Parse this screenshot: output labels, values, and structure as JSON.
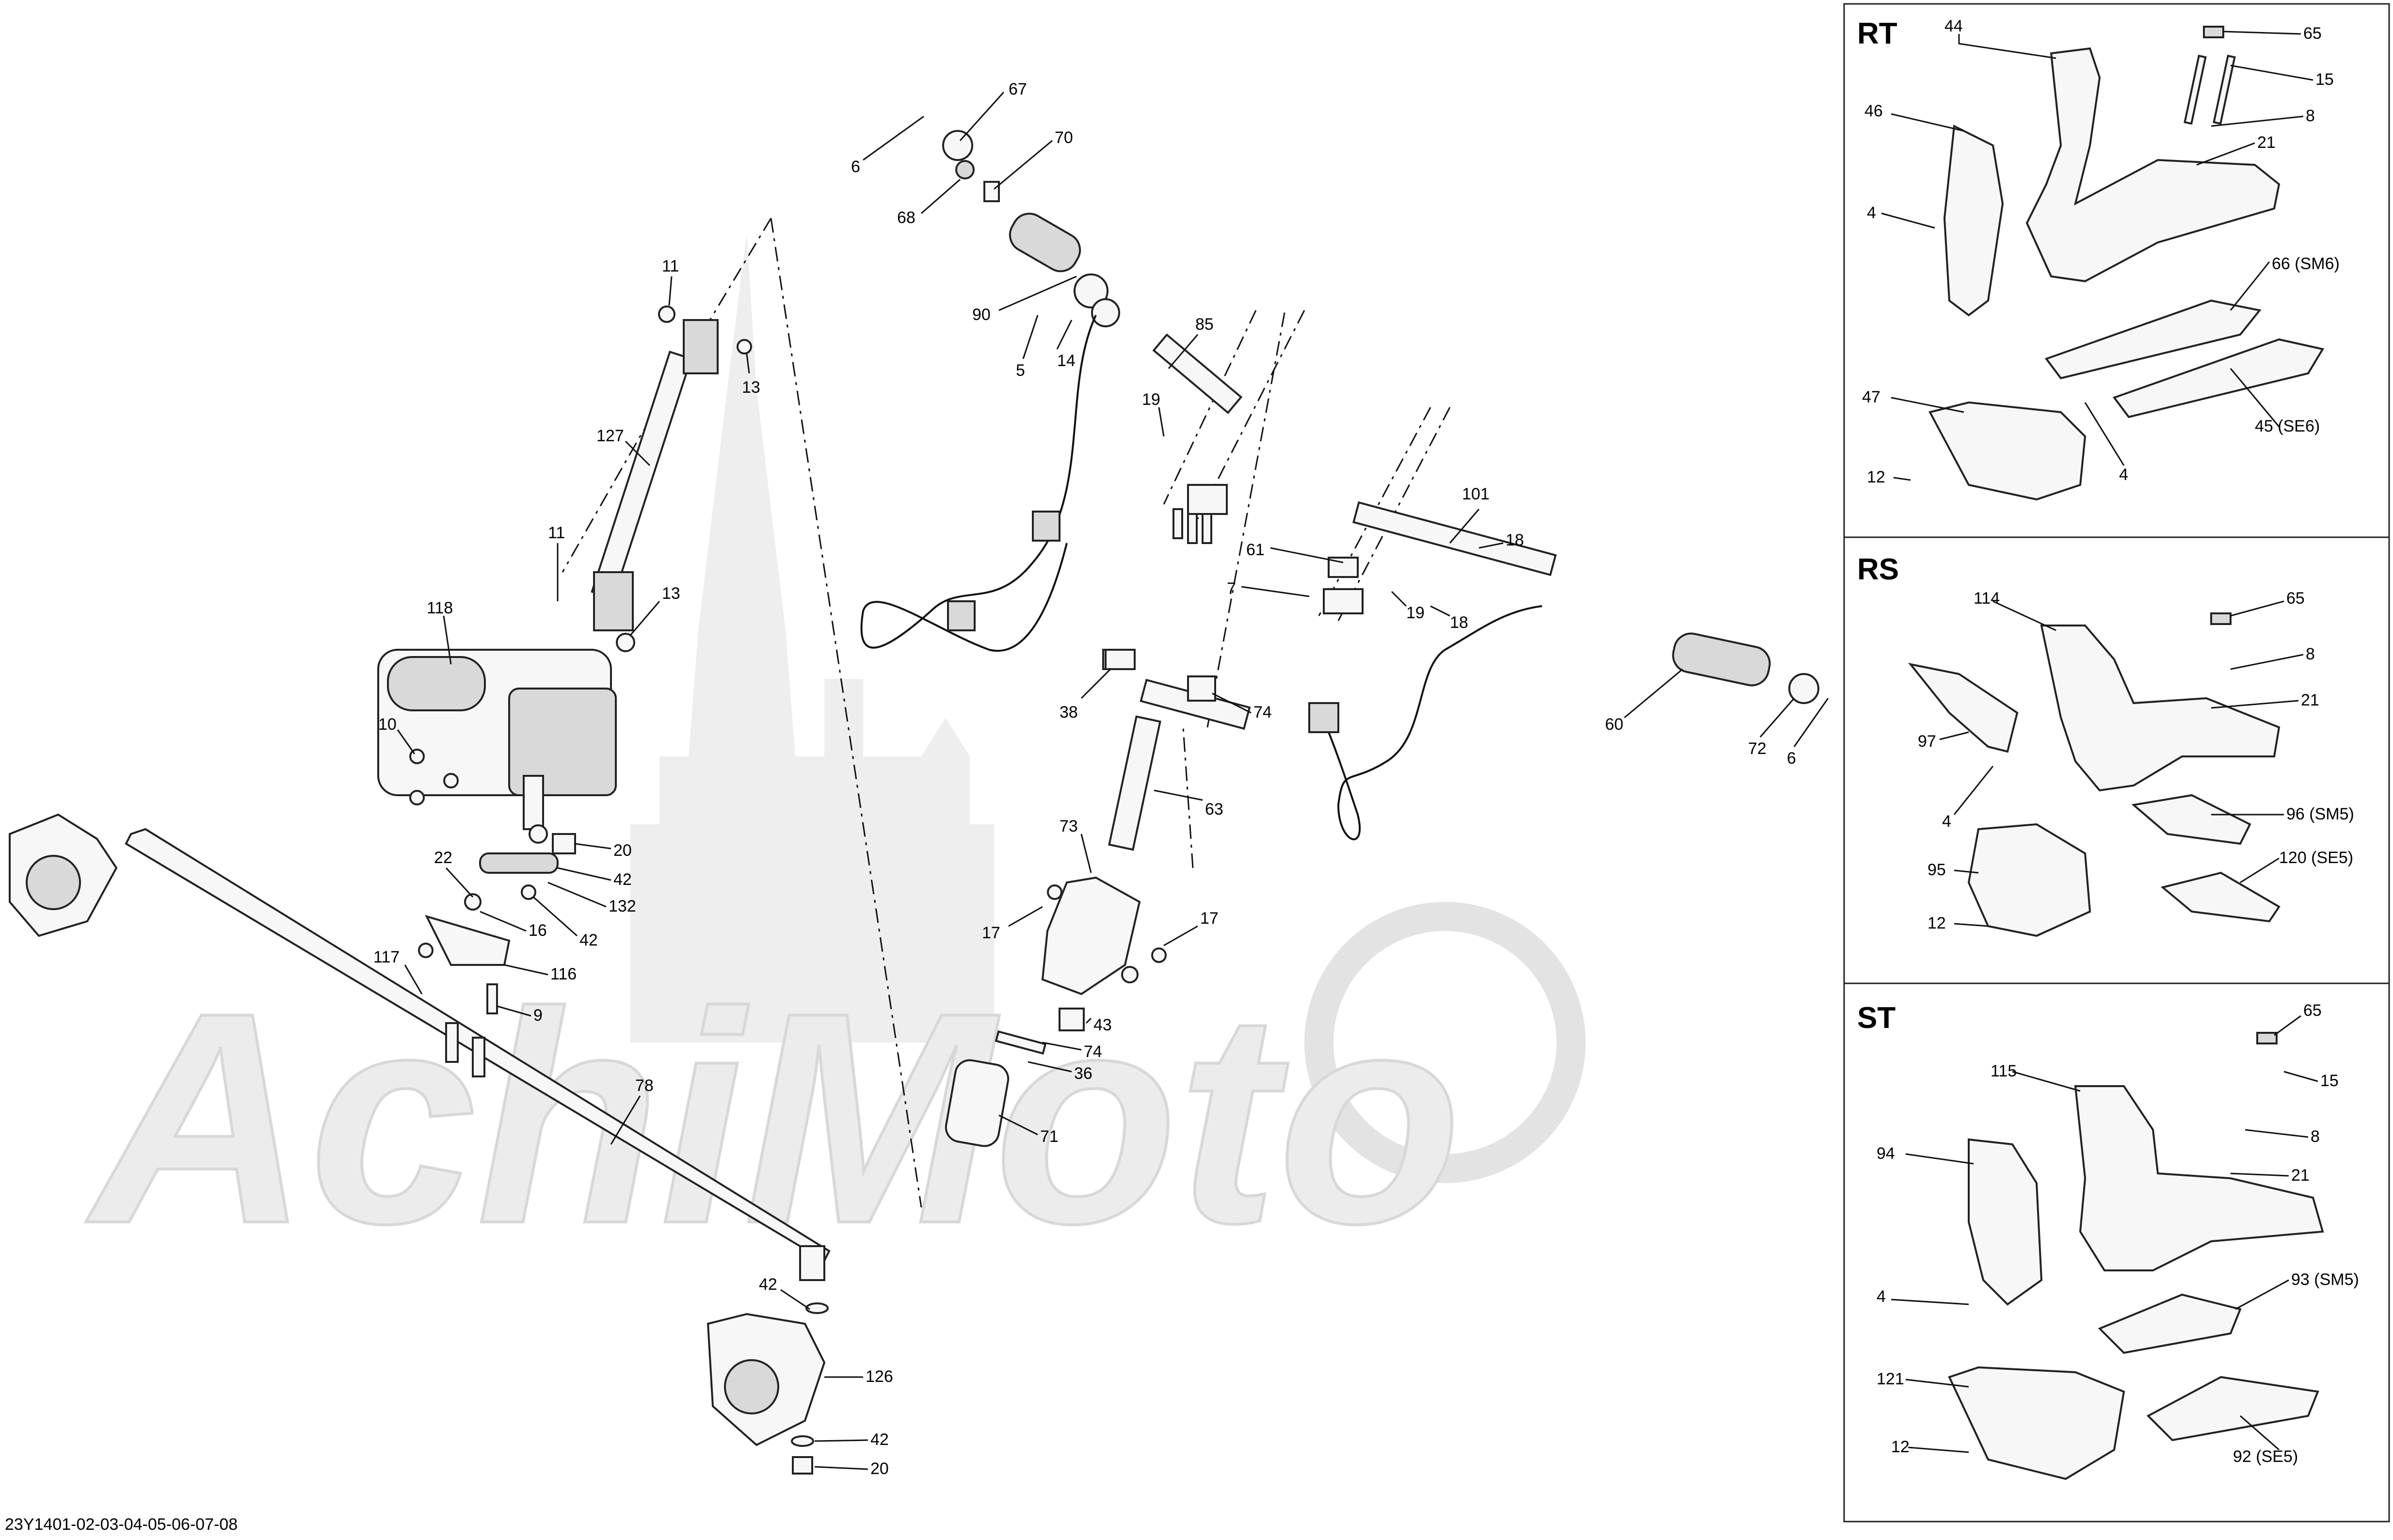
{
  "watermark": {
    "text": "AchiMoto"
  },
  "footer": {
    "code": "23Y1401-02-03-04-05-06-07-08"
  },
  "panels": {
    "rt": {
      "title": "RT"
    },
    "rs": {
      "title": "RS"
    },
    "st": {
      "title": "ST"
    }
  },
  "callouts": {
    "c67": "67",
    "c70": "70",
    "c6a": "6",
    "c68": "68",
    "c90": "90",
    "c5": "5",
    "c14": "14",
    "c85": "85",
    "c19a": "19",
    "c61": "61",
    "c7": "7",
    "c101": "101",
    "c18a": "18",
    "c19b": "19",
    "c18b": "18",
    "c38": "38",
    "c74a": "74",
    "c63": "63",
    "c73": "73",
    "c17a": "17",
    "c17b": "17",
    "c43": "43",
    "c74b": "74",
    "c36": "36",
    "c71": "71",
    "c60": "60",
    "c72": "72",
    "c6b": "6",
    "c11a": "11",
    "c13a": "13",
    "c127": "127",
    "c11b": "11",
    "c13b": "13",
    "c118": "118",
    "c10": "10",
    "c20a": "20",
    "c22": "22",
    "c42a": "42",
    "c132": "132",
    "c16": "16",
    "c42b": "42",
    "c117": "117",
    "c116": "116",
    "c9": "9",
    "c78": "78",
    "c42c": "42",
    "c126": "126",
    "c42d": "42",
    "c20b": "20",
    "rt44": "44",
    "rt65": "65",
    "rt15": "15",
    "rt46": "46",
    "rt8": "8",
    "rt21": "21",
    "rt4a": "4",
    "rt66": "66 (SM6)",
    "rt47": "47",
    "rt45": "45 (SE6)",
    "rt12": "12",
    "rt4b": "4",
    "rs114": "114",
    "rs65": "65",
    "rs8": "8",
    "rs21": "21",
    "rs97": "97",
    "rs4": "4",
    "rs96": "96 (SM5)",
    "rs95": "95",
    "rs120": "120 (SE5)",
    "rs12": "12",
    "st65": "65",
    "st115": "115",
    "st15": "15",
    "st94": "94",
    "st8": "8",
    "st21": "21",
    "st4": "4",
    "st93": "93 (SM5)",
    "st121": "121",
    "st12": "12",
    "st92": "92 (SE5)"
  }
}
